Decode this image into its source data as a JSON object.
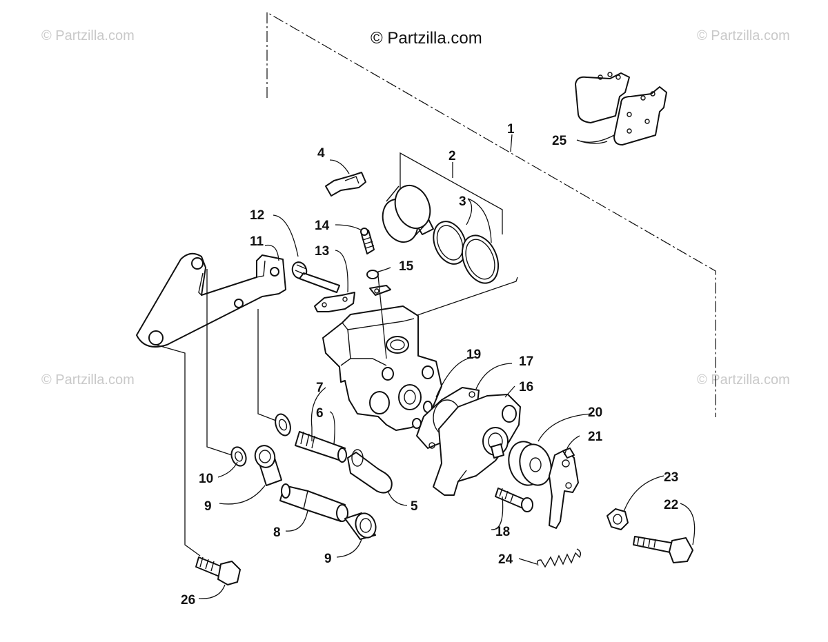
{
  "watermarks": {
    "main": "© Partzilla.com",
    "top_left": "© Partzilla.com",
    "top_right": "© Partzilla.com",
    "mid_left": "© Partzilla.com",
    "mid_right": "© Partzilla.com"
  },
  "callouts": {
    "c1": "1",
    "c2": "2",
    "c3": "3",
    "c4": "4",
    "c5": "5",
    "c6": "6",
    "c7": "7",
    "c8": "8",
    "c9a": "9",
    "c9b": "9",
    "c10": "10",
    "c11": "11",
    "c12": "12",
    "c13": "13",
    "c14": "14",
    "c15": "15",
    "c16": "16",
    "c17": "17",
    "c18": "18",
    "c19": "19",
    "c20": "20",
    "c21": "21",
    "c22": "22",
    "c23": "23",
    "c24": "24",
    "c25": "25",
    "c26": "26"
  }
}
